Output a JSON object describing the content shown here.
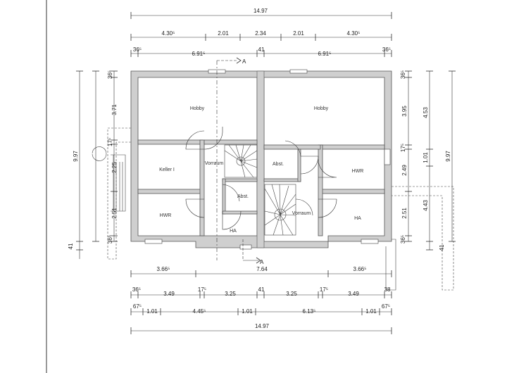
{
  "dims": {
    "top_total": "14.97",
    "top_row2": [
      "4.30⁵",
      "2.01",
      "2.34",
      "2.01",
      "4.30⁵"
    ],
    "top_row3": [
      "36⁵",
      "6.91⁵",
      "41",
      "6.91⁵",
      "36⁵"
    ],
    "bot_row1": [
      "3.66⁵",
      "7.64",
      "3.66⁵"
    ],
    "bot_row2": [
      "36⁵",
      "3.49",
      "17⁵",
      "3.25",
      "41",
      "3.25",
      "17⁵",
      "3.49",
      "38"
    ],
    "bot_row3": [
      "67⁵",
      "1.01",
      "4.45⁵",
      "1.01",
      "6.13⁵",
      "1.01",
      "67⁵"
    ],
    "bot_total": "14.97",
    "right_inner": [
      "36⁵",
      "3.95",
      "17⁵",
      "2.49",
      "2.51",
      "36⁵"
    ],
    "right_mid": [
      "4.53",
      "1.01",
      "4.43",
      "41"
    ],
    "right_total": "9.97",
    "left_inner": [
      "36⁵",
      "3.71",
      "17⁵",
      "2.25",
      "2.51",
      "36⁵"
    ],
    "left_total": "9.97",
    "left_mid": "41"
  },
  "section_marker": "A",
  "rooms": {
    "hobby_left": "Hobby",
    "hobby_right": "Hobby",
    "keller": "Keller I",
    "vorraum_left": "Vorraum",
    "abst_left": "Abst.",
    "hwr_left": "HWR",
    "ha_left": "HA",
    "abst_right": "Abst.",
    "hwr_right": "HWR",
    "vorraum_right": "Vorraum",
    "ha_right": "HA"
  }
}
